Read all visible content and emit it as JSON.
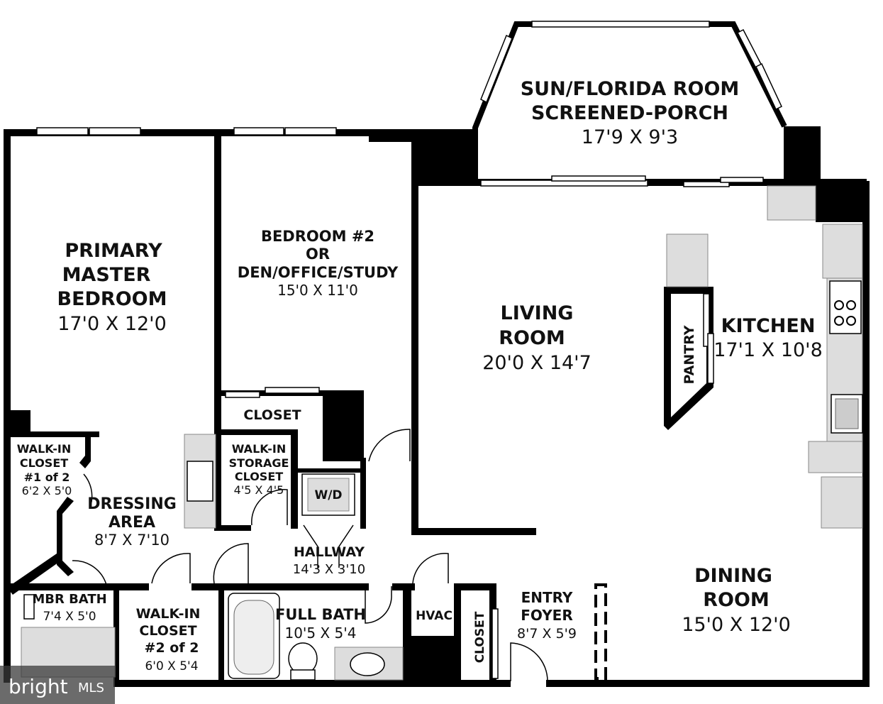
{
  "rooms": {
    "sun": {
      "l1": "SUN/FLORIDA ROOM",
      "l2": "SCREENED-PORCH",
      "dim": "17'9 X 9'3"
    },
    "primary": {
      "l1": "PRIMARY",
      "l2": "MASTER",
      "l3": "BEDROOM",
      "dim": "17'0 X 12'0"
    },
    "bed2": {
      "l1": "BEDROOM #2",
      "l2": "OR",
      "l3": "DEN/OFFICE/STUDY",
      "dim": "15'0 X 11'0"
    },
    "living": {
      "l1": "LIVING",
      "l2": "ROOM",
      "dim": "20'0 X 14'7"
    },
    "kitchen": {
      "l1": "KITCHEN",
      "dim": "17'1 X 10'8"
    },
    "pantry": {
      "l1": "PANTRY"
    },
    "closet_b2": {
      "l1": "CLOSET"
    },
    "wic1": {
      "l1": "WALK-IN",
      "l2": "CLOSET",
      "l3": "#1 of 2",
      "dim": "6'2 X 5'0"
    },
    "storage": {
      "l1": "WALK-IN",
      "l2": "STORAGE",
      "l3": "CLOSET",
      "dim": "4'5 X 4'5"
    },
    "dressing": {
      "l1": "DRESSING",
      "l2": "AREA",
      "dim": "8'7 X 7'10"
    },
    "wd": {
      "l1": "W/D"
    },
    "hallway": {
      "l1": "HALLWAY",
      "dim": "14'3 X 3'10"
    },
    "mbr_bath": {
      "l1": "MBR BATH",
      "dim": "7'4 X 5'0"
    },
    "wic2": {
      "l1": "WALK-IN",
      "l2": "CLOSET",
      "l3": "#2 of 2",
      "dim": "6'0 X 5'4"
    },
    "full_bath": {
      "l1": "FULL BATH",
      "dim": "10'5 X 5'4"
    },
    "hvac": {
      "l1": "HVAC"
    },
    "closet_entry": {
      "l1": "CLOSET"
    },
    "entry": {
      "l1": "ENTRY",
      "l2": "FOYER",
      "dim": "8'7 X 5'9"
    },
    "dining": {
      "l1": "DINING",
      "l2": "ROOM",
      "dim": "15'0 X 12'0"
    }
  },
  "watermark": {
    "brand": "bright",
    "suffix": "MLS"
  }
}
